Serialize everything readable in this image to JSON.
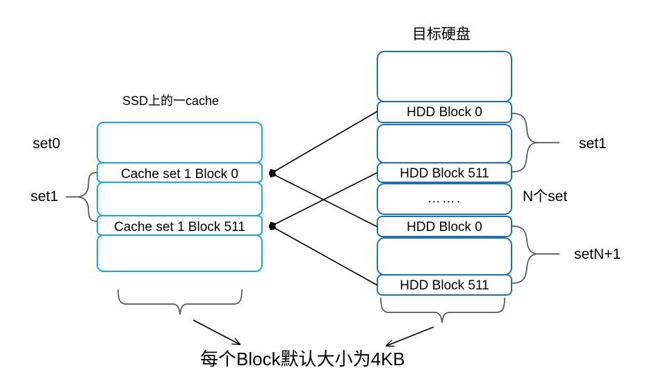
{
  "diagram": {
    "title_left": "SSD上的一cache",
    "title_right": "目标硬盘",
    "caption": "每个Block默认大小为4KB",
    "colors": {
      "cache_box_border": "#1BA6DE",
      "hdd_box_border": "#1F6FB5",
      "line": "#000000",
      "brace": "#555555",
      "text": "#000000",
      "background": "#FFFFFF"
    }
  },
  "cache_column": {
    "heading": "SSD上的一cache",
    "boxes": [
      {
        "label": "",
        "kind": "empty"
      },
      {
        "label": "Cache set 1 Block 0",
        "kind": "labeled"
      },
      {
        "label": "",
        "kind": "empty"
      },
      {
        "label": "Cache set 1 Block 511",
        "kind": "labeled"
      },
      {
        "label": "",
        "kind": "empty"
      }
    ]
  },
  "hdd_column": {
    "heading": "目标硬盘",
    "boxes": [
      {
        "label": "",
        "kind": "empty"
      },
      {
        "label": "HDD Block 0",
        "kind": "labeled"
      },
      {
        "label": "",
        "kind": "empty"
      },
      {
        "label": "HDD Block 511",
        "kind": "labeled"
      },
      {
        "label": "…….",
        "kind": "ellipsis"
      },
      {
        "label": "HDD Block 0",
        "kind": "labeled"
      },
      {
        "label": "",
        "kind": "empty"
      },
      {
        "label": "HDD Block 511",
        "kind": "labeled"
      }
    ]
  },
  "annotations": {
    "left_set0": "set0",
    "left_set1": "set1",
    "right_set1": "set1",
    "right_n_sets": "N个set",
    "right_setn1": "setN+1",
    "bottom_caption": "每个Block默认大小为4KB"
  }
}
